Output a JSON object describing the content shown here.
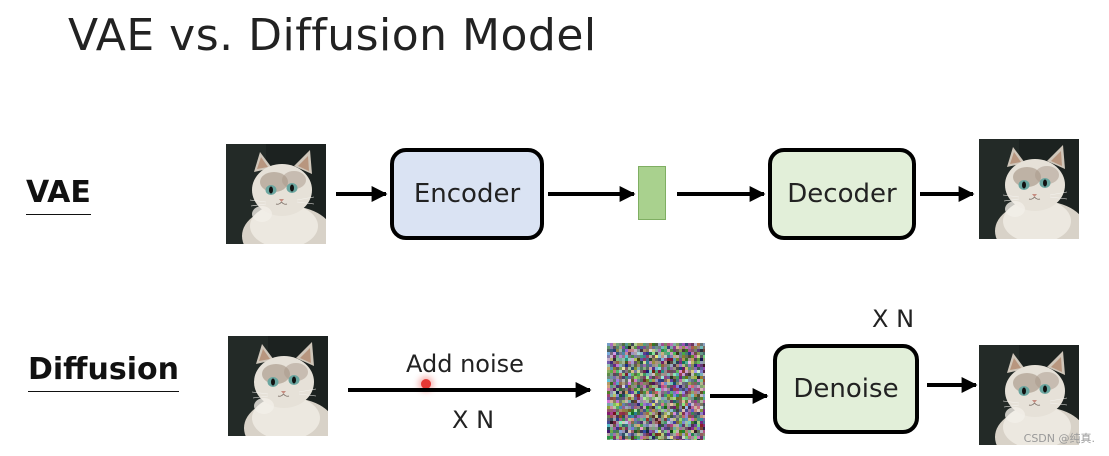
{
  "title": "VAE vs. Diffusion Model",
  "rows": {
    "vae": {
      "label": "VAE",
      "encoder": "Encoder",
      "decoder": "Decoder"
    },
    "diffusion": {
      "label": "Diffusion",
      "add_noise": "Add noise",
      "repeat_bottom": "X N",
      "denoise": "Denoise",
      "repeat_top": "X N"
    }
  },
  "colors": {
    "encoder_fill": "#dae3f3",
    "decoder_fill": "#e2efd9",
    "latent_fill": "#a9d18e",
    "arrow": "#000000"
  },
  "watermark": "CSDN @纯真."
}
